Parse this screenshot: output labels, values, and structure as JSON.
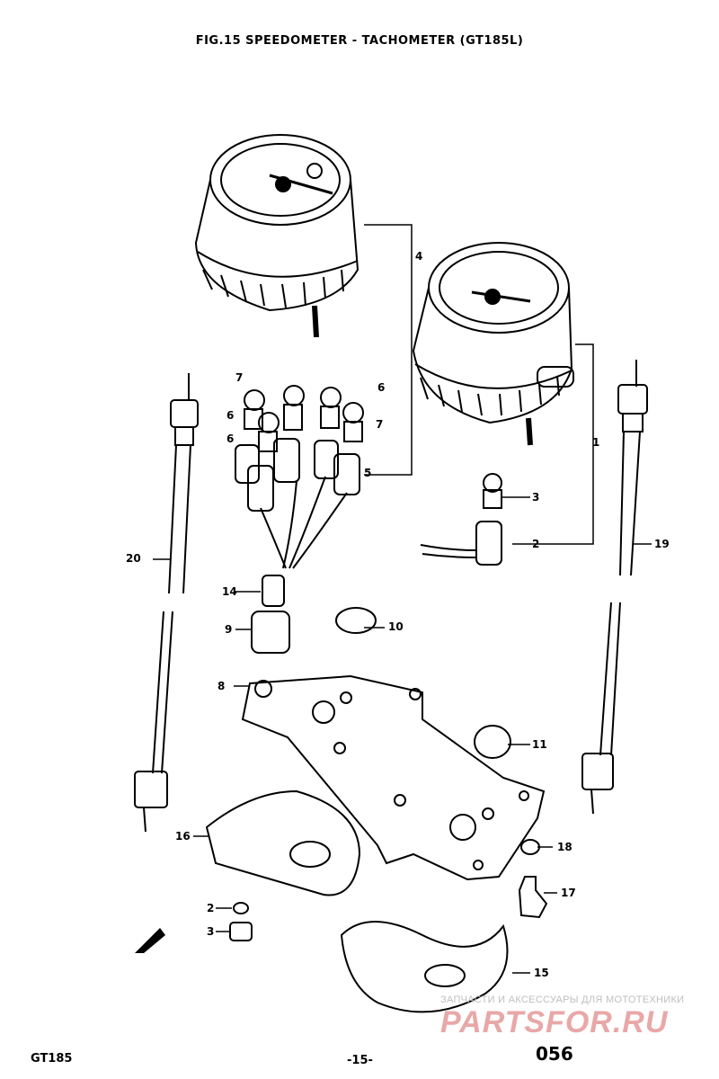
{
  "title": "FIG.15  SPEEDOMETER - TACHOMETER (GT185L)",
  "callouts": [
    {
      "id": "c1",
      "text": "1"
    },
    {
      "id": "c2",
      "text": "2"
    },
    {
      "id": "c3",
      "text": "3"
    },
    {
      "id": "c4",
      "text": "4"
    },
    {
      "id": "c5",
      "text": "5"
    },
    {
      "id": "c6a",
      "text": "6"
    },
    {
      "id": "c6b",
      "text": "6"
    },
    {
      "id": "c6c",
      "text": "6"
    },
    {
      "id": "c7a",
      "text": "7"
    },
    {
      "id": "c7b",
      "text": "7"
    },
    {
      "id": "c8",
      "text": "8"
    },
    {
      "id": "c9",
      "text": "9"
    },
    {
      "id": "c10",
      "text": "10"
    },
    {
      "id": "c11",
      "text": "11"
    },
    {
      "id": "c12",
      "text": "2"
    },
    {
      "id": "c13",
      "text": "3"
    },
    {
      "id": "c14",
      "text": "14"
    },
    {
      "id": "c15",
      "text": "15"
    },
    {
      "id": "c16",
      "text": "16"
    },
    {
      "id": "c17",
      "text": "17"
    },
    {
      "id": "c18",
      "text": "18"
    },
    {
      "id": "c19",
      "text": "19"
    },
    {
      "id": "c20",
      "text": "20"
    }
  ],
  "footer": {
    "model": "GT185",
    "page": "-15-",
    "code": "056"
  },
  "watermark": {
    "line1": "ЗАПЧАСТИ И АКСЕССУАРЫ ДЛЯ МОТОТЕХНИКИ",
    "logo": "PARTSFOR.RU"
  }
}
